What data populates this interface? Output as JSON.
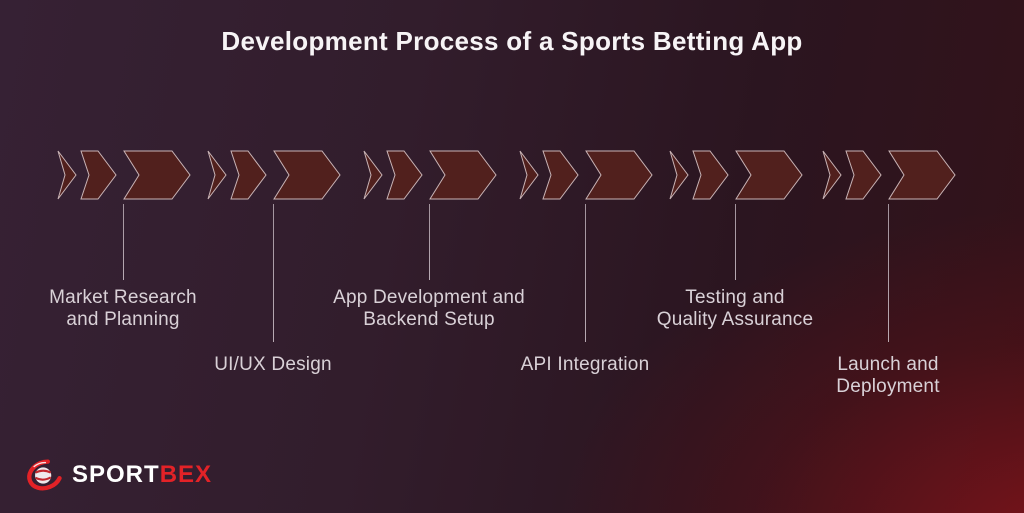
{
  "title": "Development Process of a Sports Betting App",
  "diagram_type": "horizontal process timeline with chevron arrows",
  "stages": [
    {
      "label": "Market Research and Planning",
      "lines": [
        "Market Research",
        "and Planning"
      ],
      "position": "upper"
    },
    {
      "label": "UI/UX Design",
      "lines": [
        "UI/UX Design"
      ],
      "position": "lower"
    },
    {
      "label": "App Development and Backend Setup",
      "lines": [
        "App Development and",
        "Backend Setup"
      ],
      "position": "upper"
    },
    {
      "label": "API Integration",
      "lines": [
        "API Integration"
      ],
      "position": "lower"
    },
    {
      "label": "Testing and Quality Assurance",
      "lines": [
        "Testing and",
        "Quality Assurance"
      ],
      "position": "upper"
    },
    {
      "label": "Launch and Deployment",
      "lines": [
        "Launch and",
        "Deployment"
      ],
      "position": "lower"
    }
  ],
  "logo": {
    "brand_part1": "SPORT",
    "brand_part2": "BEX",
    "icon": "sportbex-swirl-globe-icon"
  },
  "colors": {
    "background_top_left": "#362134",
    "background_top_right": "#2a141d",
    "background_bottom_right": "#55101a",
    "arrow_fill": "#51201d",
    "arrow_stroke": "#c9b4b6",
    "connector_line": "#cfc3cb",
    "title_text": "#f7f4f6",
    "label_text": "#d9d1d7",
    "logo_red": "#e32227",
    "logo_white": "#ffffff"
  }
}
